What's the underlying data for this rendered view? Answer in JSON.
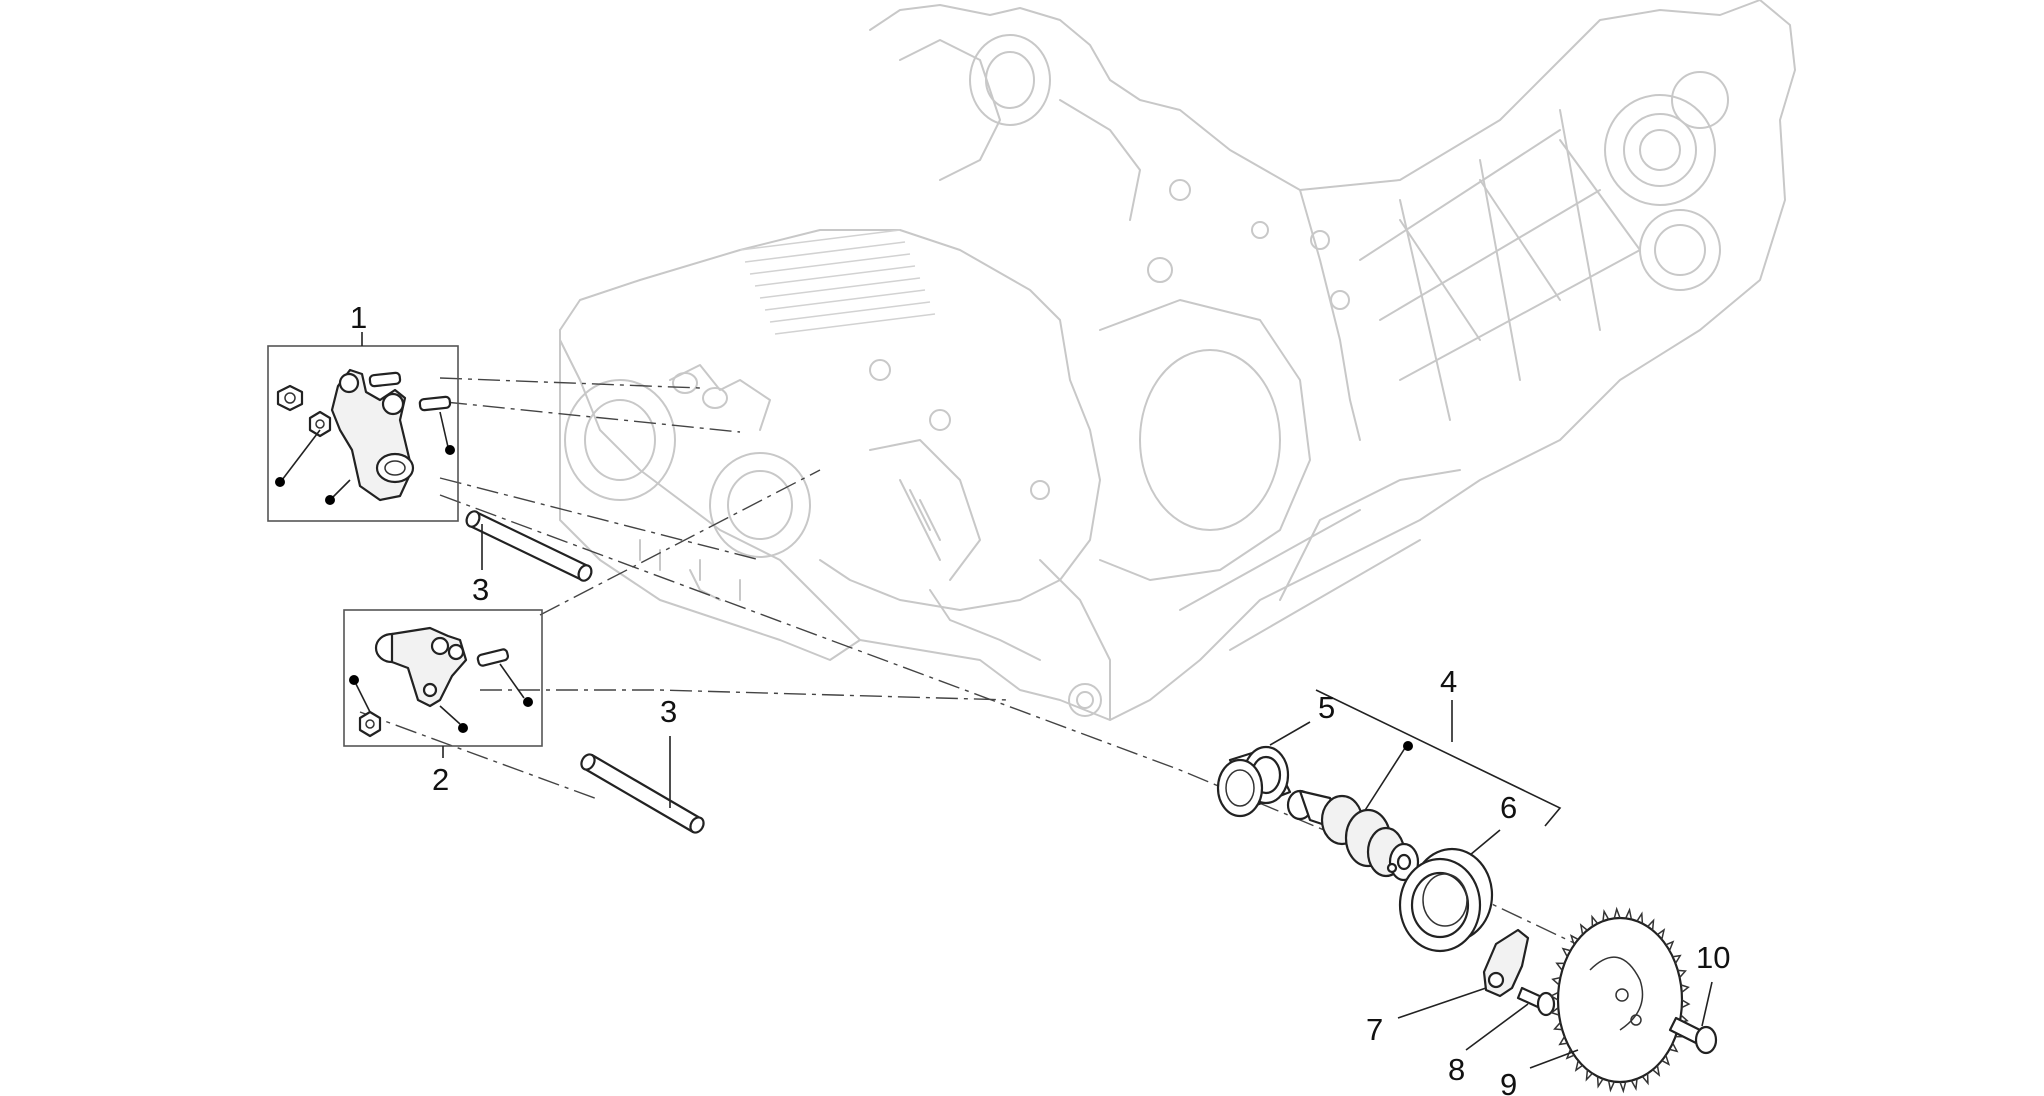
{
  "callouts": [
    {
      "id": "1",
      "label": "1"
    },
    {
      "id": "2",
      "label": "2"
    },
    {
      "id": "3a",
      "label": "3"
    },
    {
      "id": "3b",
      "label": "3"
    },
    {
      "id": "4",
      "label": "4"
    },
    {
      "id": "5",
      "label": "5"
    },
    {
      "id": "6",
      "label": "6"
    },
    {
      "id": "7",
      "label": "7"
    },
    {
      "id": "8",
      "label": "8"
    },
    {
      "id": "9",
      "label": "9"
    },
    {
      "id": "10",
      "label": "10"
    }
  ],
  "colors": {
    "line": "#222222",
    "ghost": "#c8c8c8",
    "background": "#ffffff"
  }
}
